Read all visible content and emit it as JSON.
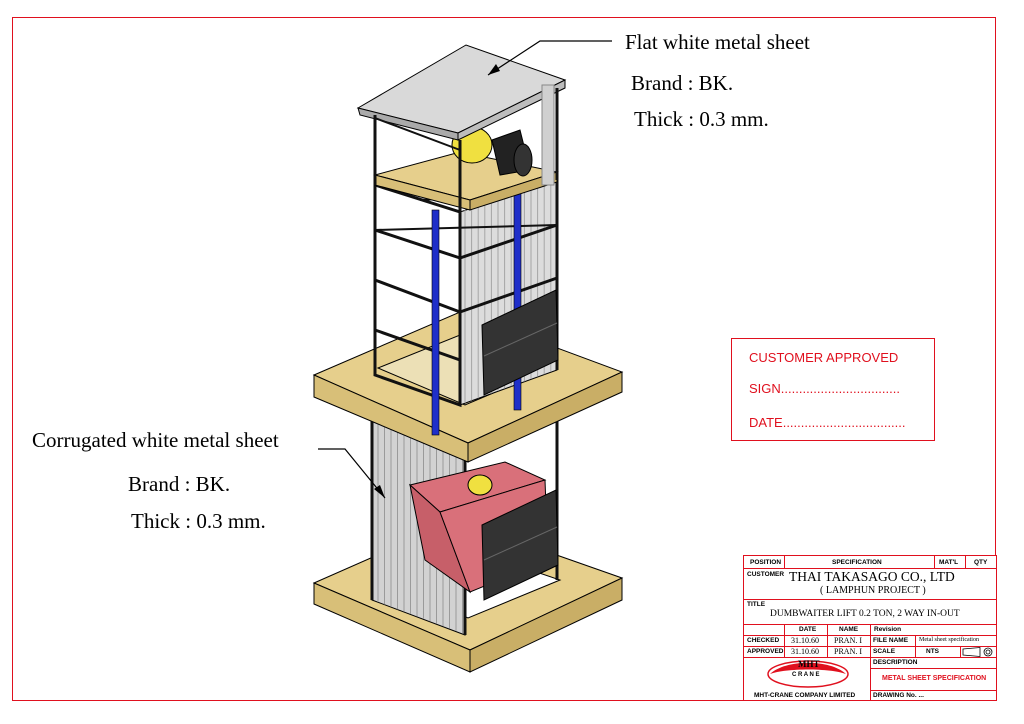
{
  "annotations": {
    "top_note": {
      "title": "Flat white metal sheet",
      "brand": "Brand : BK.",
      "thick": "Thick : 0.3 mm."
    },
    "side_note": {
      "title": "Corrugated white metal sheet",
      "brand": "Brand : BK.",
      "thick": "Thick : 0.3 mm."
    }
  },
  "approval_box": {
    "title": "CUSTOMER APPROVED",
    "sign": "SIGN.................................",
    "date": "DATE.................................."
  },
  "title_block": {
    "position_label": "POSITION",
    "specification_label": "SPECIFICATION",
    "matl_label": "MAT'L",
    "qty_label": "QTY",
    "customer_label": "CUSTOMER",
    "customer_name": "THAI TAKASAGO CO., LTD",
    "customer_project": "( LAMPHUN PROJECT )",
    "title_label": "TITLE",
    "title_value": "DUMBWAITER LIFT 0.2 TON, 2 WAY IN-OUT",
    "date_label": "DATE",
    "name_label": "NAME",
    "revision_label": "Revision",
    "checked_label": "CHECKED",
    "checked_date": "31.10.60",
    "checked_name": "PRAN. I",
    "file_name_label": "FILE NAME",
    "file_name_value": "Metal sheet specification",
    "approved_label": "APPROVED",
    "approved_date": "31.10.60",
    "approved_name": "PRAN. I",
    "scale_label": "SCALE",
    "scale_value": "NTS",
    "logo_text": "MHT",
    "logo_subtext": "C R A N E",
    "company_name": "MHT-CRANE COMPANY LIMITED",
    "description_label": "DESCRIPTION",
    "description_value": "METAL SHEET SPECIFICATION",
    "drawing_no_label": "DRAWING No. ..."
  },
  "colors": {
    "border_red": "#e0101e",
    "platform_tan": "#e6cf8c",
    "rail_blue": "#1f2fc9",
    "steel_black": "#111111",
    "sheet_grey": "#c9c9c9",
    "car_red": "#d9707a",
    "motor_yellow": "#f0e040"
  }
}
